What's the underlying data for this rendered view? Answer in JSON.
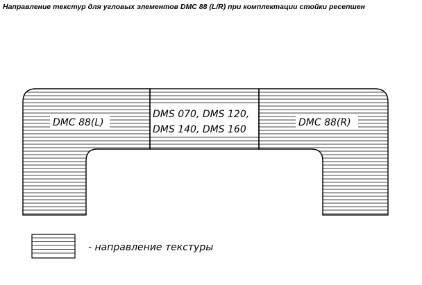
{
  "title": "Направление текстур для угловых элементов DMC 88 (L/R) при комплектации стойки ресепшен",
  "elements": {
    "left_label": "DMC 88(L)",
    "center_label_line1": "DMS 070, DMS 120,",
    "center_label_line2": "DMS 140, DMS 160",
    "right_label": "DMC 88(R)"
  },
  "legend": {
    "text": "- направление текстуры"
  }
}
